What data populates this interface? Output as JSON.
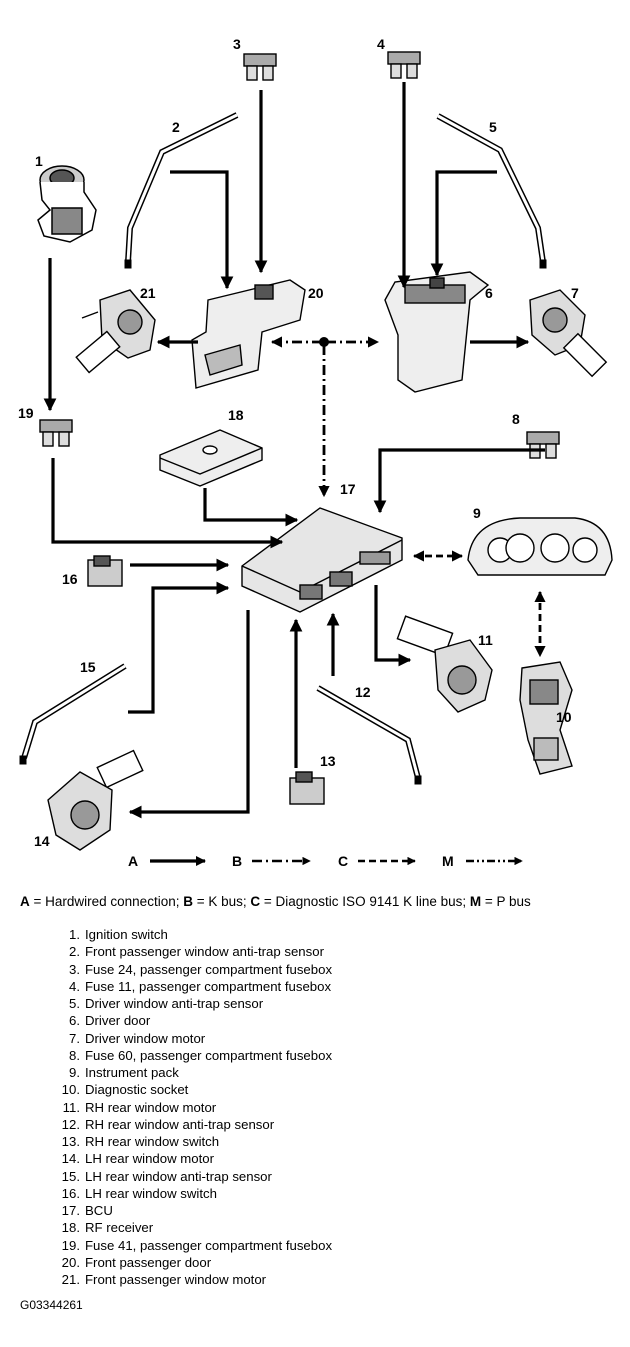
{
  "labels": {
    "c1": "1",
    "c2": "2",
    "c3": "3",
    "c4": "4",
    "c5": "5",
    "c6": "6",
    "c7": "7",
    "c8": "8",
    "c9": "9",
    "c10": "10",
    "c11": "11",
    "c12": "12",
    "c13": "13",
    "c14": "14",
    "c15": "15",
    "c16": "16",
    "c17": "17",
    "c18": "18",
    "c19": "19",
    "c20": "20",
    "c21": "21"
  },
  "line_types": {
    "a": "A",
    "b": "B",
    "c": "C",
    "m": "M"
  },
  "caption": {
    "a_key": "A",
    "a_text": " = Hardwired connection; ",
    "b_key": "B",
    "b_text": " = K bus; ",
    "c_key": "C",
    "c_text": " = Diagnostic ISO 9141 K line bus; ",
    "m_key": "M",
    "m_text": " = P bus"
  },
  "components": [
    {
      "num": "1.",
      "name": "Ignition switch"
    },
    {
      "num": "2.",
      "name": "Front passenger window anti-trap sensor"
    },
    {
      "num": "3.",
      "name": "Fuse 24, passenger compartment fusebox"
    },
    {
      "num": "4.",
      "name": "Fuse 11, passenger compartment fusebox"
    },
    {
      "num": "5.",
      "name": "Driver window anti-trap sensor"
    },
    {
      "num": "6.",
      "name": "Driver door"
    },
    {
      "num": "7.",
      "name": "Driver window motor"
    },
    {
      "num": "8.",
      "name": "Fuse 60, passenger compartment fusebox"
    },
    {
      "num": "9.",
      "name": "Instrument pack"
    },
    {
      "num": "10.",
      "name": "Diagnostic socket"
    },
    {
      "num": "11.",
      "name": "RH rear window motor"
    },
    {
      "num": "12.",
      "name": "RH rear window anti-trap sensor"
    },
    {
      "num": "13.",
      "name": "RH rear window switch"
    },
    {
      "num": "14.",
      "name": "LH rear window motor"
    },
    {
      "num": "15.",
      "name": "LH rear window anti-trap sensor"
    },
    {
      "num": "16.",
      "name": "LH rear window switch"
    },
    {
      "num": "17.",
      "name": "BCU"
    },
    {
      "num": "18.",
      "name": "RF receiver"
    },
    {
      "num": "19.",
      "name": "Fuse 41, passenger compartment fusebox"
    },
    {
      "num": "20.",
      "name": "Front passenger door"
    },
    {
      "num": "21.",
      "name": "Front passenger window motor"
    }
  ],
  "figure_id": "G03344261"
}
